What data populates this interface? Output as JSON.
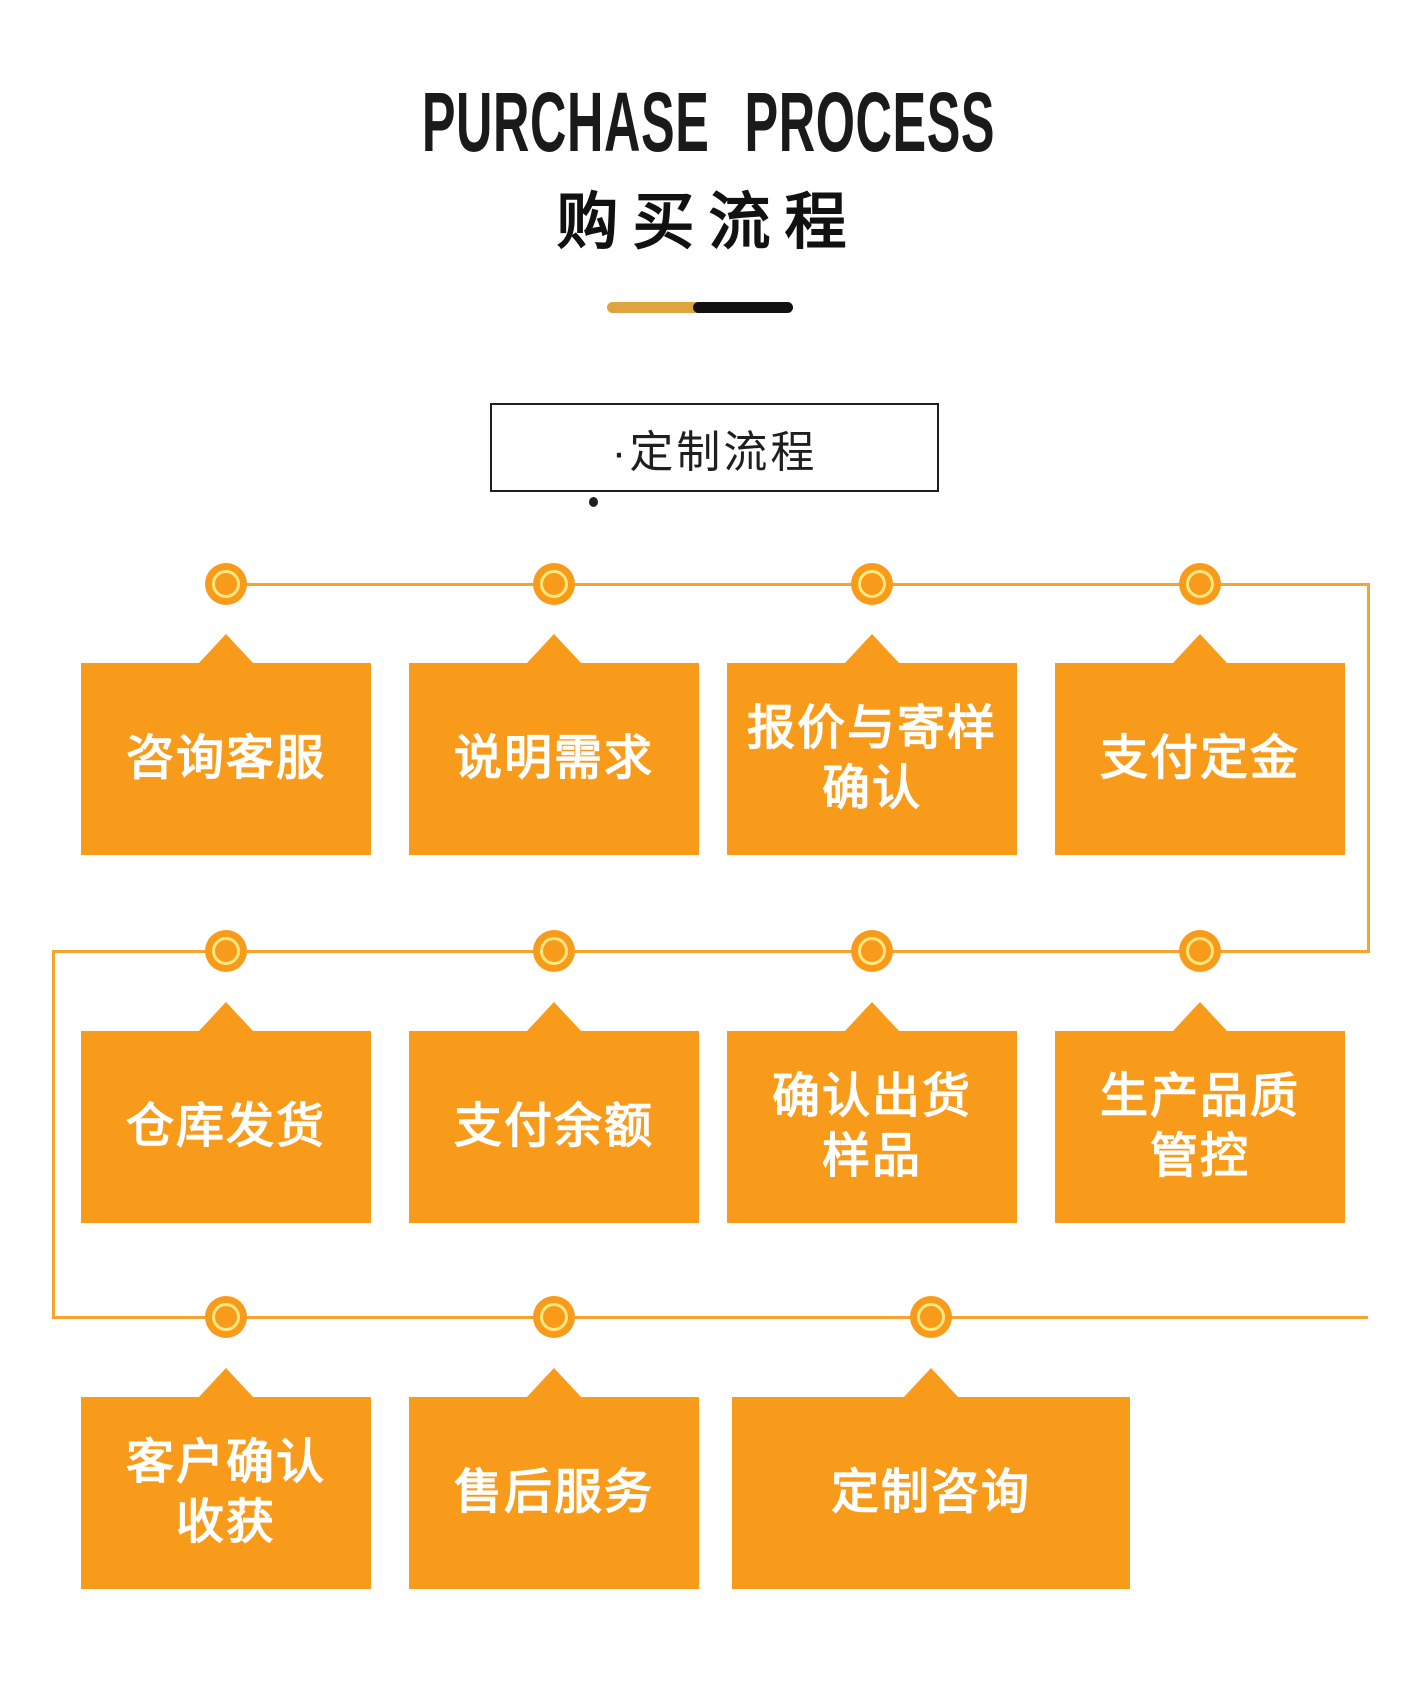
{
  "colors": {
    "box_orange": "#F89B1B",
    "line_orange": "#F7A42F",
    "node_ring_yellow": "#FFE880",
    "divider_gold": "#DEA43E",
    "divider_black": "#111111",
    "text_dark": "#1a1a1a",
    "text_on_orange": "#ffffff"
  },
  "header": {
    "title_en": "PURCHASE PROCESS",
    "title_zh": "购买流程"
  },
  "section_label": "·定制流程",
  "steps": {
    "row1": [
      {
        "lines": [
          "咨询客服"
        ]
      },
      {
        "lines": [
          "说明需求"
        ]
      },
      {
        "lines": [
          "报价与寄样",
          "确认"
        ]
      },
      {
        "lines": [
          "支付定金"
        ]
      }
    ],
    "row2": [
      {
        "lines": [
          "仓库发货"
        ]
      },
      {
        "lines": [
          "支付余额"
        ]
      },
      {
        "lines": [
          "确认出货",
          "样品"
        ]
      },
      {
        "lines": [
          "生产品质",
          "管控"
        ]
      }
    ],
    "row3": [
      {
        "lines": [
          "客户确认",
          "收获"
        ]
      },
      {
        "lines": [
          "售后服务"
        ]
      },
      {
        "lines": [
          "定制咨询"
        ]
      }
    ]
  }
}
